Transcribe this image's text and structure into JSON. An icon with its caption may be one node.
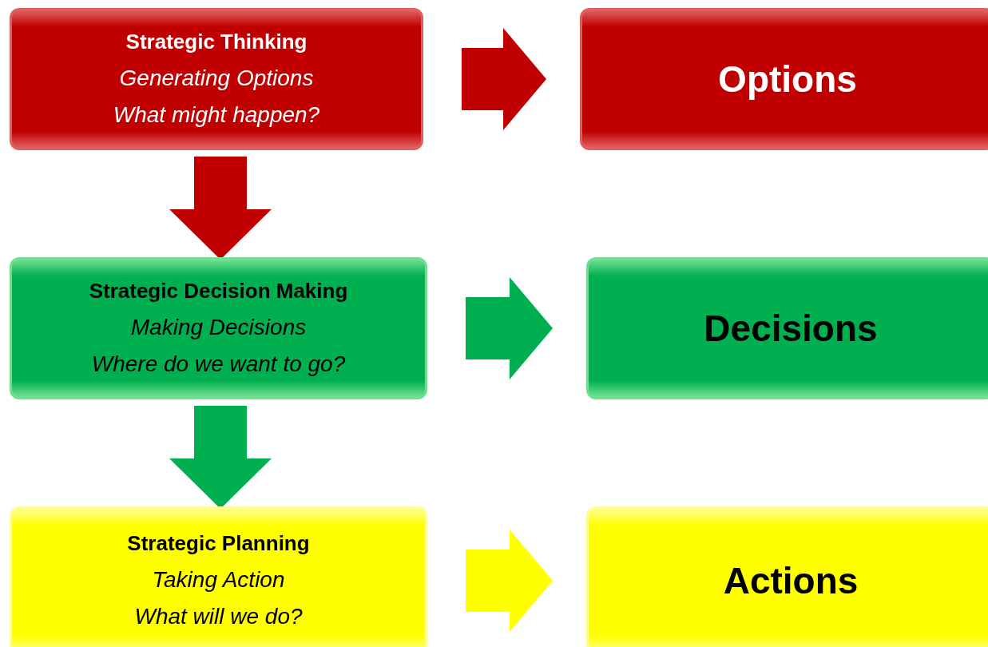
{
  "diagram": {
    "nodes": [
      {
        "text": [
          "Strategic Thinking",
          "Generating Options",
          "What might happen?"
        ]
      },
      {
        "text": [
          "Options"
        ]
      },
      {
        "text": [
          "Strategic Decision Making",
          "Making Decisions",
          "Where do we want to go?"
        ]
      },
      {
        "text": [
          "Decisions"
        ]
      },
      {
        "text": [
          "Strategic Planning",
          "Taking Action",
          "What will we do?"
        ]
      },
      {
        "text": [
          "Actions"
        ]
      }
    ],
    "edges": [
      {
        "from": 0,
        "to": 1,
        "arrow": "to",
        "color": "#c00000"
      },
      {
        "from": 0,
        "to": 2,
        "arrow": "to",
        "color": "#c00000"
      },
      {
        "from": 2,
        "to": 3,
        "arrow": "to",
        "color": "#00b050"
      },
      {
        "from": 2,
        "to": 4,
        "arrow": "to",
        "color": "#00b050"
      },
      {
        "from": 4,
        "to": 5,
        "arrow": "to",
        "color": "#ffff00"
      }
    ]
  }
}
